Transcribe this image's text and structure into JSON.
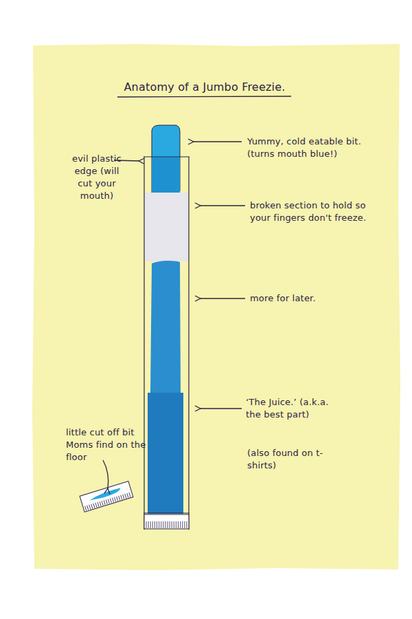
{
  "diagram": {
    "title": "Anatomy of a Jumbo Freezie.",
    "labels": [
      "evil plastic edge (will cut your mouth)",
      "Yummy, cold eatable bit. (turns mouth blue!)",
      "broken section to hold so your fingers don't freeze.",
      "more for later.",
      "‘The Juice.’ (a.k.a. the best part)",
      "(also found on t-shirts)",
      "little cut off bit Moms find on the floor"
    ]
  }
}
